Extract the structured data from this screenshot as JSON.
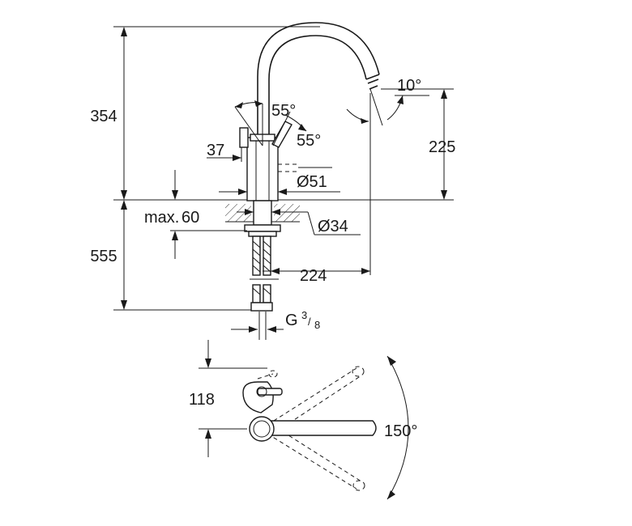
{
  "dimensions": {
    "total_height": "354",
    "spout_height": "225",
    "spout_angle": "10°",
    "lever_angle_front": "55°",
    "lever_angle_side": "55°",
    "lever_offset": "37",
    "body_diameter": "Ø51",
    "max_deck_thickness_label": "max.",
    "max_deck_thickness_value": "60",
    "mount_diameter": "Ø34",
    "spout_reach": "224",
    "hose_length": "555",
    "thread_letter": "G",
    "thread_num": "3",
    "thread_den": "8",
    "top_view_depth": "118",
    "swivel_angle": "150°"
  }
}
